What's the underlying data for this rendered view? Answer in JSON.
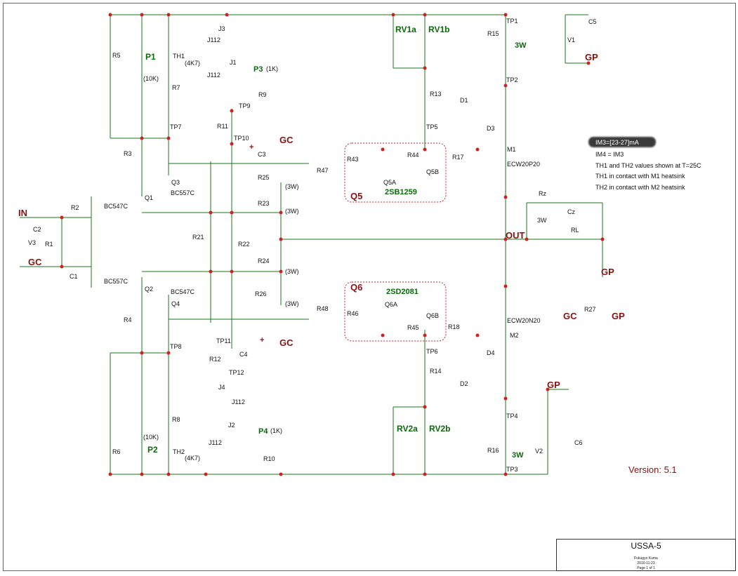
{
  "title_block": {
    "title": "USSA-5",
    "line1": "Fukugyo Kuma",
    "line2": "2010-11-23",
    "line3": "Page 1 of 1"
  },
  "version": "Version: 5.1",
  "notes": {
    "im3": "IM3=[23-27]mA",
    "im4": "IM4 = IM3",
    "th_values": "TH1 and TH2 values shown at T=25C",
    "th1_contact": "TH1 in contact with M1 heatsink",
    "th2_contact": "TH2 in contact with M2 heatsink"
  },
  "big_labels": {
    "in": "IN",
    "gc1": "GC",
    "gc2": "GC",
    "gc3": "GC",
    "gc4": "GC",
    "gp1": "GP",
    "gp2": "GP",
    "gp3": "GP",
    "gp4": "GP",
    "out": "OUT",
    "p1": "P1",
    "p2": "P2",
    "p3": "P3",
    "p4": "P4",
    "rv1a": "RV1a",
    "rv1b": "RV1b",
    "rv2a": "RV2a",
    "rv2b": "RV2b",
    "w3_top": "3W",
    "w3_bot": "3W",
    "q5": "Q5",
    "q6": "Q6",
    "q5part": "2SB1259",
    "q6part": "2SD2081"
  },
  "parts": {
    "r5": "R5",
    "r3": "R3",
    "r4": "R4",
    "r6": "R6",
    "r7": "R7",
    "r8": "R8",
    "r1": "R1",
    "r2": "R2",
    "r9": "R9",
    "r10": "R10",
    "r11": "R11",
    "r12": "R12",
    "r13": "R13",
    "r14": "R14",
    "r15": "R15",
    "r16": "R16",
    "r17": "R17",
    "r18": "R18",
    "r21": "R21",
    "r22": "R22",
    "r23": "R23",
    "r24": "R24",
    "r25": "R25",
    "r26": "R26",
    "r27": "R27",
    "r43": "R43",
    "r44": "R44",
    "r45": "R45",
    "r46": "R46",
    "r47": "R47",
    "r48": "R48",
    "rz": "Rz",
    "rl": "RL",
    "cz": "Cz",
    "c1": "C1",
    "c2": "C2",
    "c3": "C3",
    "c4": "C4",
    "c5": "C5",
    "c6": "C6",
    "v1": "V1",
    "v2": "V2",
    "v3": "V3",
    "d1": "D1",
    "d2": "D2",
    "d3": "D3",
    "d4": "D4",
    "q1": "Q1",
    "q2": "Q2",
    "q3": "Q3",
    "q4": "Q4",
    "q5a": "Q5A",
    "q5b": "Q5B",
    "q6a": "Q6A",
    "q6b": "Q6B",
    "m1": "M1",
    "m2": "M2",
    "j1": "J1",
    "j2": "J2",
    "j3": "J3",
    "j4": "J4",
    "th1": "TH1",
    "th2": "TH2",
    "tp1": "TP1",
    "tp2": "TP2",
    "tp3": "TP3",
    "tp4": "TP4",
    "tp5": "TP5",
    "tp6": "TP6",
    "tp7": "TP7",
    "tp8": "TP8",
    "tp9": "TP9",
    "tp10": "TP10",
    "tp11": "TP11",
    "tp12": "TP12"
  },
  "values": {
    "bc547c_1": "BC547C",
    "bc557c_1": "BC557C",
    "bc557c_2": "BC557C",
    "bc547c_2": "BC547C",
    "ecw20p20": "ECW20P20",
    "ecw20n20": "ECW20N20",
    "j112a": "J112",
    "j112b": "J112",
    "j112c": "J112",
    "j112d": "J112",
    "k47a": "(4K7)",
    "k47b": "(4K7)",
    "k10a": "(10K)",
    "k10b": "(10K)",
    "k1a": "(1K)",
    "k1b": "(1K)",
    "w3a": "(3W)",
    "w3b": "(3W)",
    "w3c": "(3W)",
    "w3d": "(3W)",
    "w3rz": "3W",
    "plus1": "+",
    "plus2": "+"
  }
}
